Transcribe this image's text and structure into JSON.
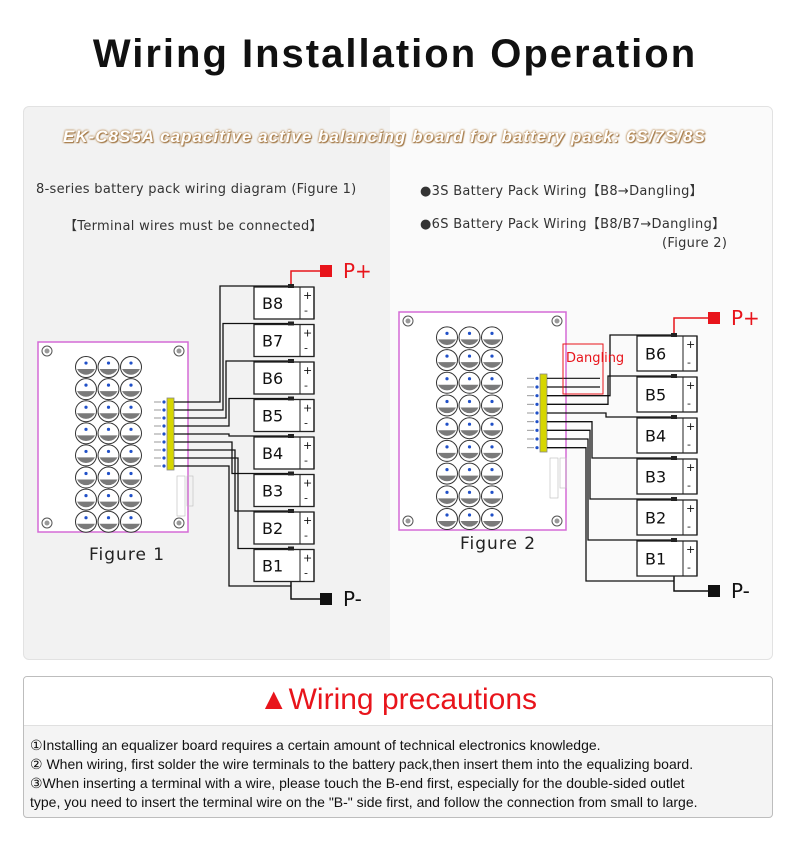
{
  "title": "Wiring Installation Operation",
  "subtitle": "EK-C8S5A  capacitive active balancing board for battery pack: 6S/7S/8S",
  "left": {
    "desc_line1": "8-series battery pack wiring diagram (Figure 1)",
    "desc_line2": "【Terminal wires must be connected】",
    "cells": [
      "B8",
      "B7",
      "B6",
      "B5",
      "B4",
      "B3",
      "B2",
      "B1"
    ],
    "figure_label": "Figure 1"
  },
  "right": {
    "note1": "●3S Battery Pack Wiring【B8→Dangling】",
    "note2": "●6S Battery Pack Wiring【B8/B7→Dangling】",
    "note2_fig": "(Figure 2)",
    "dangling": "Dangling",
    "cells": [
      "B6",
      "B5",
      "B4",
      "B3",
      "B2",
      "B1"
    ],
    "figure_label": "Figure 2"
  },
  "terminals": {
    "positive": "P+",
    "negative": "P-",
    "plus": "+",
    "minus": "-"
  },
  "colors": {
    "wire": "#111111",
    "positive": "#e8141b",
    "board_outline": "#d46bd6",
    "connector": "#d6d600",
    "warning": "#e8141b"
  },
  "precautions": {
    "title": "▲Wiring precautions",
    "lines": [
      "①Installing an equalizer board requires a certain amount of technical electronics knowledge.",
      "② When wiring, first solder the wire terminals to the battery pack,then insert them into the equalizing board.",
      "③When inserting a terminal with a wire, please touch the B-end first, especially for the double-sided outlet",
      "type, you need to insert the terminal wire on the \"B-\" side first, and follow the connection from small to large."
    ]
  }
}
